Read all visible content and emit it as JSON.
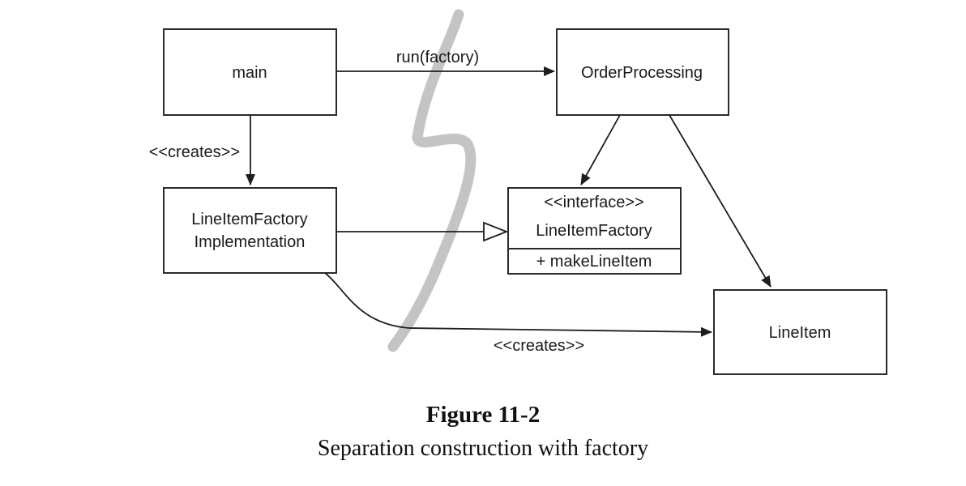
{
  "diagram": {
    "nodes": {
      "main": {
        "label": "main"
      },
      "order_processing": {
        "label": "OrderProcessing"
      },
      "factory_impl": {
        "label_line1": "LineItemFactory",
        "label_line2": "Implementation"
      },
      "factory_interface": {
        "stereotype": "<<interface>>",
        "name": "LineItemFactory",
        "method": "+ makeLineItem"
      },
      "line_item": {
        "label": "LineItem"
      }
    },
    "edges": {
      "run_factory": {
        "label": "run(factory)"
      },
      "main_creates": {
        "label": "<<creates>>"
      },
      "impl_creates": {
        "label": "<<creates>>"
      }
    }
  },
  "caption": {
    "title": "Figure 11-2",
    "subtitle": "Separation construction with factory"
  },
  "colors": {
    "line": "#1e1e1e",
    "divider": "#c4c4c4",
    "box_border": "#2a2a2a"
  }
}
